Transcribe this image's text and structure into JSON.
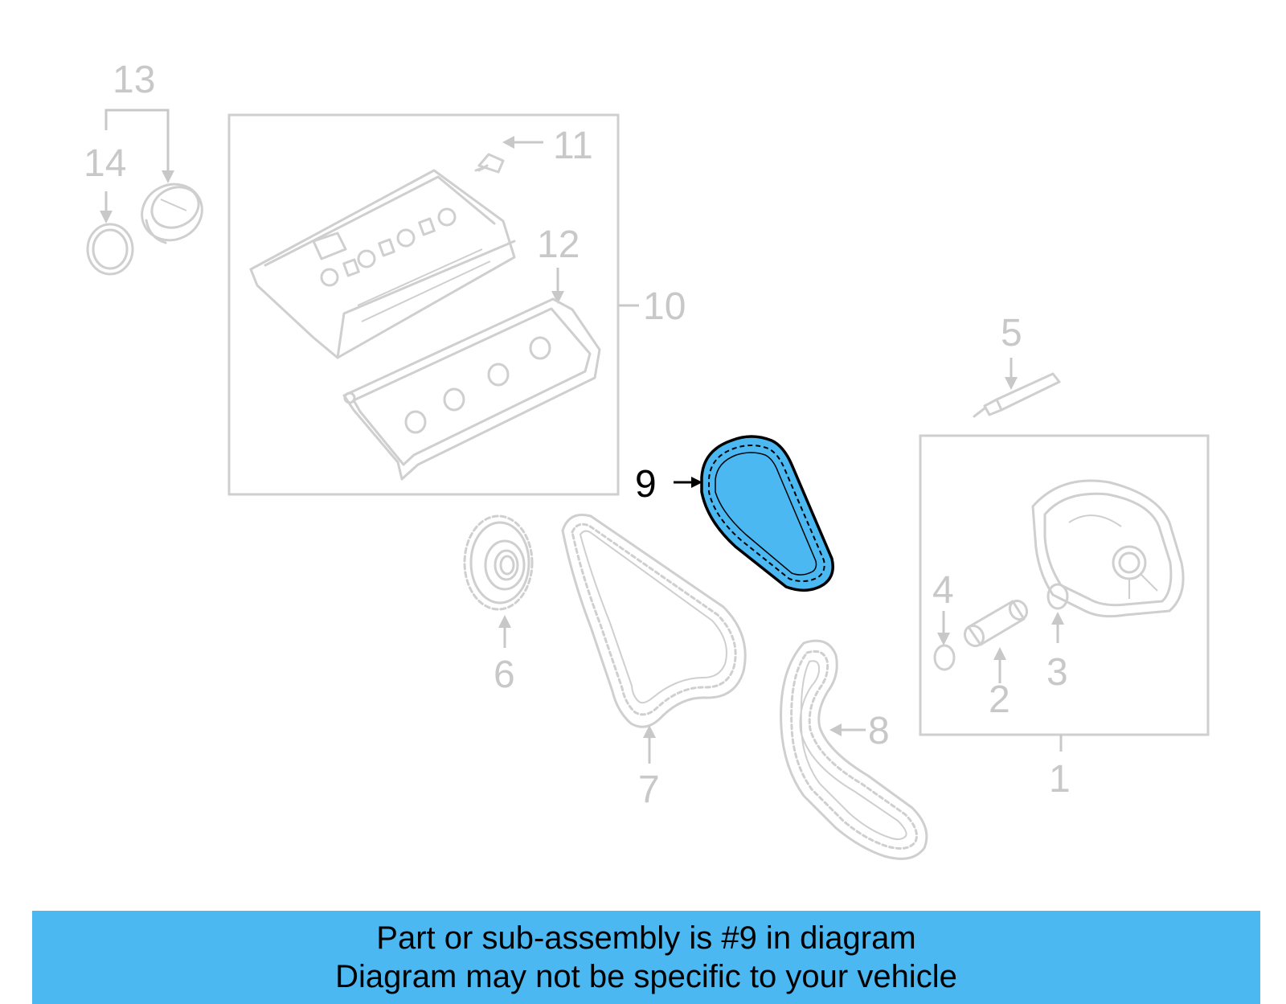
{
  "diagram": {
    "highlight_color": "#4cb8f2",
    "highlighted_part": "9",
    "callouts": {
      "c1": "1",
      "c2": "2",
      "c3": "3",
      "c4": "4",
      "c5": "5",
      "c6": "6",
      "c7": "7",
      "c8": "8",
      "c9": "9",
      "c10": "10",
      "c11": "11",
      "c12": "12",
      "c13": "13",
      "c14": "14"
    }
  },
  "banner": {
    "line1": "Part or sub-assembly is #9 in diagram",
    "line2": "Diagram may not be specific to your vehicle"
  }
}
